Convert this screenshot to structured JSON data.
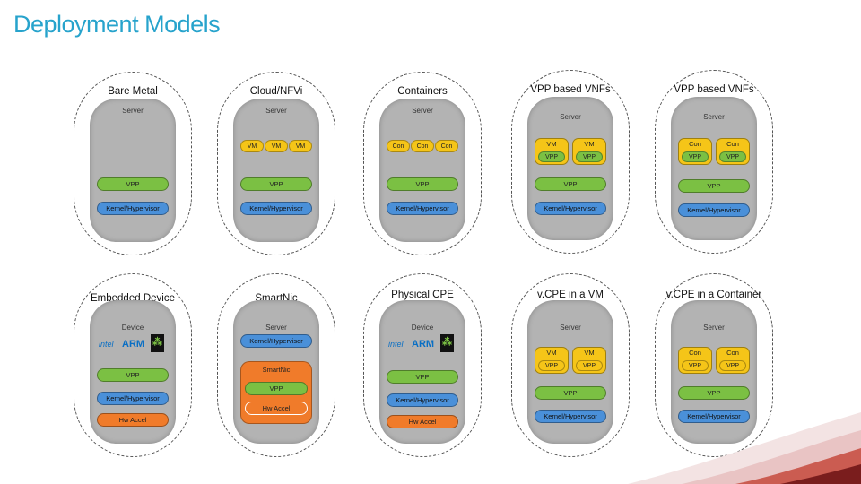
{
  "title": "Deployment Models",
  "labels": {
    "server": "Server",
    "device": "Device",
    "vm": "VM",
    "con": "Con",
    "vpp": "VPP",
    "kernel": "Kernel/Hypervisor",
    "hw_accel": "Hw Accel",
    "smartnic_block": "SmartNic",
    "intel": "intel",
    "arm": "ARM"
  },
  "models": [
    {
      "title": "Bare Metal"
    },
    {
      "title": "Cloud/NFVi"
    },
    {
      "title": "Containers"
    },
    {
      "title": "VPP based VNFs"
    },
    {
      "title": "VPP based VNFs"
    },
    {
      "title": "Embedded Device"
    },
    {
      "title": "SmartNic"
    },
    {
      "title": "Physical CPE"
    },
    {
      "title": "v.CPE in a VM"
    },
    {
      "title": "v.CPE in a Container"
    }
  ],
  "colors": {
    "title": "#27a3cc",
    "vpp": "#7bc043",
    "kernel": "#4a90d9",
    "workload": "#f5c518",
    "hw": "#f07b2a",
    "server": "#b3b3b3"
  }
}
